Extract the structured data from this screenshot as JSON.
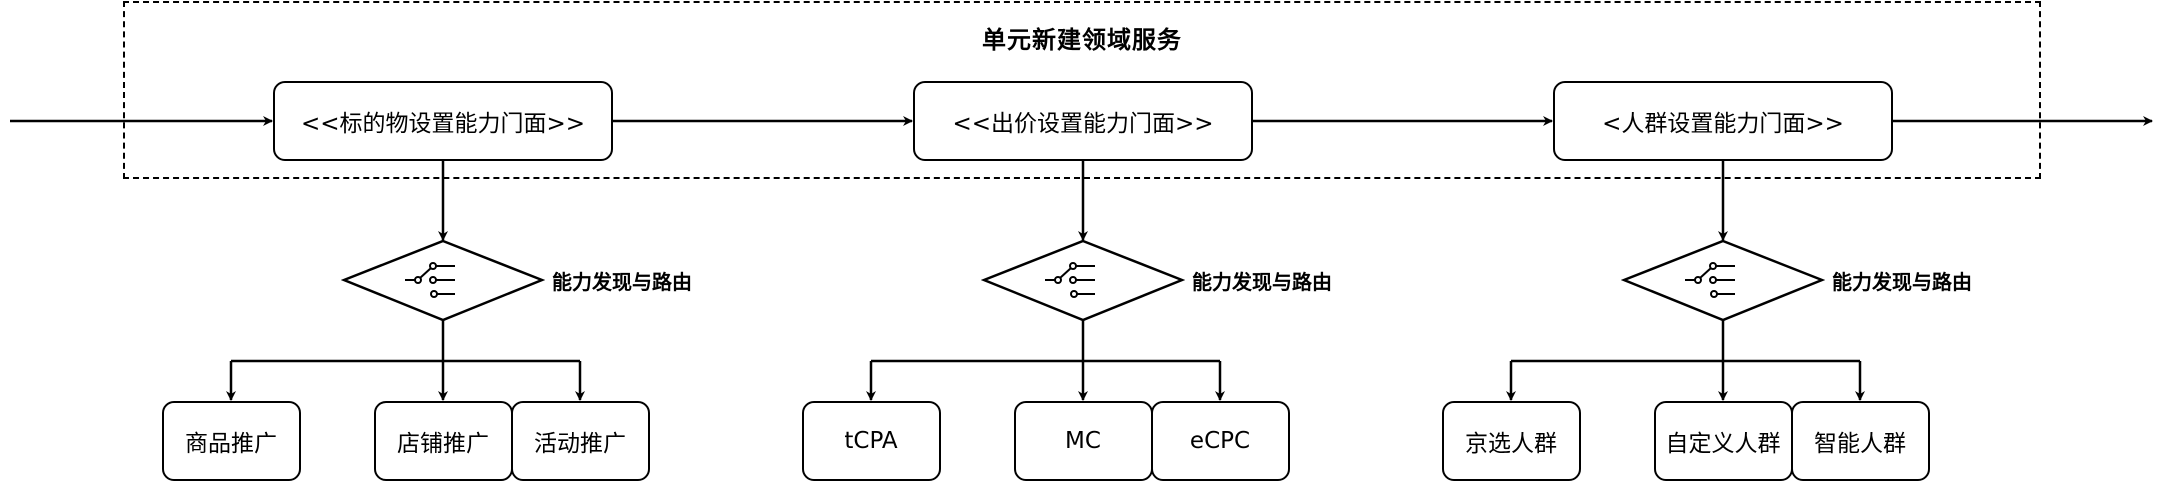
{
  "diagram": {
    "container": {
      "title": "单元新建领域服务",
      "border_style": "dashed"
    },
    "stroke_color": "#000000",
    "background": "#ffffff",
    "flow": {
      "entry_arrow": "incoming",
      "exit_arrow": "outgoing"
    },
    "groups": [
      {
        "facade": "<<标的物设置能力门面>>",
        "router": {
          "label": "能力发现与路由",
          "icon": "switch-icon"
        },
        "leaves": [
          "商品推广",
          "店铺推广",
          "活动推广"
        ]
      },
      {
        "facade": "<<出价设置能力门面>>",
        "router": {
          "label": "能力发现与路由",
          "icon": "switch-icon"
        },
        "leaves": [
          "tCPA",
          "MC",
          "eCPC"
        ]
      },
      {
        "facade": "<人群设置能力门面>>",
        "router": {
          "label": "能力发现与路由",
          "icon": "switch-icon"
        },
        "leaves": [
          "京选人群",
          "自定义人群",
          "智能人群"
        ]
      }
    ]
  }
}
